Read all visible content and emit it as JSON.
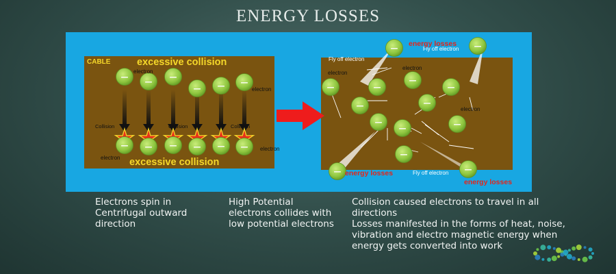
{
  "title": "ENERGY LOSSES",
  "diagram": {
    "cable_label": "CABLE",
    "excessive_collision_top": "excessive collision",
    "excessive_collision_bottom": "excessive collision",
    "electron_label": "electron",
    "collision_label": "Collision",
    "energy_losses_label": "energy losses",
    "fly_off_label": "Fly off electron",
    "electron_sign": "—"
  },
  "captions": {
    "left": "Electrons spin in Centrifugal outward direction",
    "middle": "High Potential electrons collides with low potential electrons",
    "right_line1": "Collision caused electrons to travel in all directions",
    "right_line2": "Losses manifested in the forms of heat, noise, vibration and electro magnetic energy when energy gets converted into work"
  },
  "colors": {
    "panel_blue": "#18a7e2",
    "cable_brown": "#7a5410",
    "electron_green": "#8ec63f",
    "collision_star": "#e8321a",
    "arrow_red": "#ee1c1c",
    "label_yellow": "#f5d82a",
    "energy_red": "#e2261c"
  }
}
